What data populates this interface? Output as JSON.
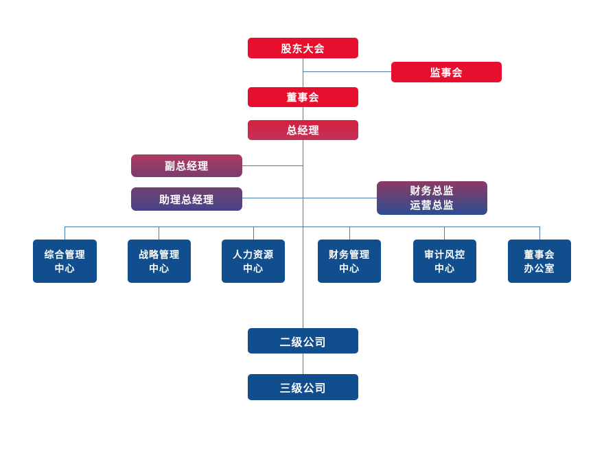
{
  "title": "company-organization-chart",
  "colors": {
    "background": "#FFFFFF",
    "red": "#E60F2E",
    "crimson_top": "#D62041",
    "crimson_bottom": "#C23158",
    "rose_top": "#AF3A60",
    "rose_bottom": "#7A3D6E",
    "violet_top": "#71406F",
    "violet_bottom": "#474489",
    "plum_top": "#8C3A62",
    "plum_bottom": "#2B4E92",
    "blue": "#114E8E",
    "line": "#4A7BB0",
    "text": "#FFFFFF"
  },
  "nodes": {
    "shareholders_meeting": {
      "label": "股东大会"
    },
    "supervisory_board": {
      "label": "监事会"
    },
    "board_of_directors": {
      "label": "董事会"
    },
    "general_manager": {
      "label": "总经理"
    },
    "deputy_general_manager": {
      "label": "副总经理"
    },
    "assistant_general_manager": {
      "label": "助理总经理"
    },
    "cfo_coo": {
      "label": "财务总监\n运营总监"
    },
    "general_admin_center": {
      "label": "综合管理\n中心"
    },
    "strategy_center": {
      "label": "战略管理\n中心"
    },
    "hr_center": {
      "label": "人力资源\n中心"
    },
    "finance_center": {
      "label": "财务管理\n中心"
    },
    "audit_risk_center": {
      "label": "审计风控\n中心"
    },
    "board_office": {
      "label": "董事会\n办公室"
    },
    "tier2_company": {
      "label": "二级公司"
    },
    "tier3_company": {
      "label": "三级公司"
    }
  }
}
